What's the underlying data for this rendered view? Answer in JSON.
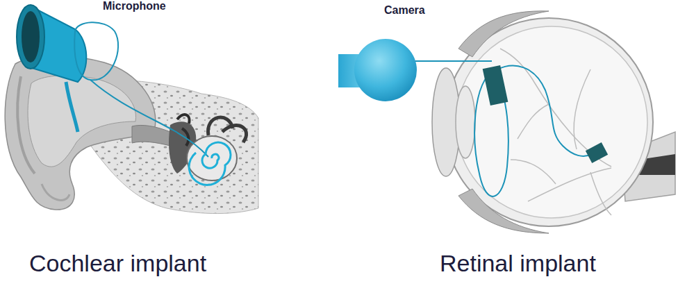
{
  "diagram": {
    "labels": [
      "Microphone",
      "Camera",
      "Cochlear implant",
      "Retinal implant"
    ]
  }
}
